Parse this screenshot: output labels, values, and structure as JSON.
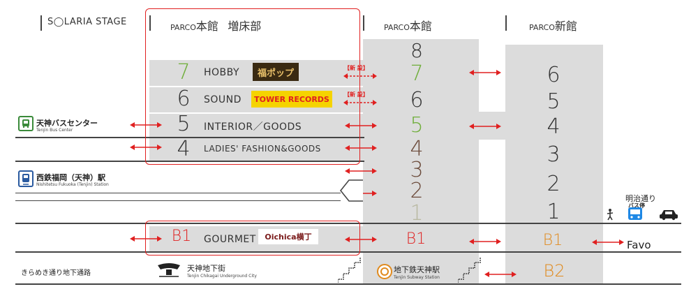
{
  "headers": {
    "solaria": "S◯LARIA STAGE",
    "annex_parco": "PARCO",
    "annex_main": "本館",
    "annex_extra": "増床部",
    "main_parco": "PARCO",
    "main_main": "本館",
    "new_parco": "PARCO",
    "new_main": "新館"
  },
  "annex_floors": [
    {
      "num": "7",
      "name": "HOBBY",
      "logo": "福ポップ",
      "new_label": "【新 設】"
    },
    {
      "num": "6",
      "name": "SOUND",
      "logo": "TOWER RECORDS",
      "new_label": "【新 設】"
    },
    {
      "num": "5",
      "name": "INTERIOR／GOODS"
    },
    {
      "num": "4",
      "name": "LADIES' FASHION&GOODS"
    },
    {
      "num": "B1",
      "name": "GOURMET",
      "logo": "Oichica横丁"
    }
  ],
  "main_floors": [
    "8",
    "7",
    "6",
    "5",
    "4",
    "3",
    "2",
    "1",
    "B1"
  ],
  "new_floors": [
    "6",
    "5",
    "4",
    "3",
    "2",
    "1",
    "B1",
    "B2"
  ],
  "left_labels": {
    "bus_center": "天神バスセンター",
    "bus_center_en": "Tenjin Bus Center",
    "station": "西鉄福岡（天神）駅",
    "station_en": "Nishitetsu Fukuoka (Tenjin) Station",
    "underground_passage": "きらめき通り地下通路",
    "chikagai": "天神地下街",
    "chikagai_en": "Tenjin Chikagai Underground City",
    "subway": "地下鉄天神駅",
    "subway_en": "Tenjin Subway Station"
  },
  "right_labels": {
    "meiji": "明治通り",
    "bus_stop": "バス停",
    "favo": "Favo"
  },
  "colors": {
    "accent_red": "#e02020",
    "floor_green": "#6fae3a",
    "floor_orange": "#e08a1e",
    "gray": "#dcdcdc",
    "tower_yellow": "#f5d300"
  },
  "icons": [
    "bus-icon",
    "train-icon",
    "pedestrian-icon",
    "car-icon",
    "subway-icon",
    "chikagai-logo"
  ]
}
